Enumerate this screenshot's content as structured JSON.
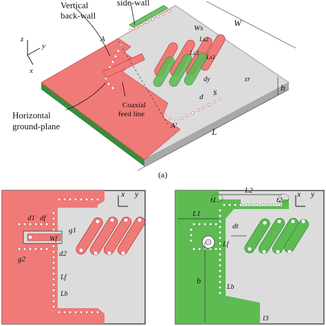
{
  "figure_a": {
    "caption": "(a)",
    "callouts": {
      "vertical_back_wall": [
        "Vertical",
        "back-wall"
      ],
      "side_wall": "side-wall",
      "horizontal_ground_plane": [
        "Horizontal",
        "ground-plane"
      ],
      "coaxial_feed_line": [
        "Coaxial",
        "feed line"
      ]
    },
    "axes": {
      "z": "z",
      "y": "y",
      "x": "x"
    },
    "dimensions": {
      "W": "W",
      "L": "L",
      "h": "h",
      "eps": "εr",
      "Ws": "Ws",
      "Ls1": "Ls1",
      "Ls2": "Ls2",
      "Ls3": "Ls3",
      "dy": "dy",
      "d": "d",
      "s": "s",
      "A": "A",
      "A_prime": "A'"
    }
  },
  "figure_b": {
    "axes": {
      "x": "x",
      "y": "y"
    },
    "labels": {
      "d1": "d1",
      "df": "df",
      "g1": "g1",
      "g2": "g2",
      "Wf": "Wf",
      "d2": "d2",
      "Lf": "Lf",
      "Lb": "Lb"
    }
  },
  "figure_c": {
    "axes": {
      "x": "x",
      "y": "y"
    },
    "labels": {
      "L2": "L2",
      "t1": "t1",
      "t2": "t2",
      "L1": "L1",
      "dt": "dt",
      "Lf": "Lf",
      "b": "b",
      "Lb": "Lb",
      "l3": "l3"
    }
  },
  "colors": {
    "red_fill": "#f07a78",
    "red_dark": "#e04d4b",
    "green_fill": "#5dbb52",
    "green_dark": "#2e8b36",
    "substrate": "#dcdcdc",
    "substrate_edge": "#bdbdbd",
    "via": "#ffffff"
  }
}
